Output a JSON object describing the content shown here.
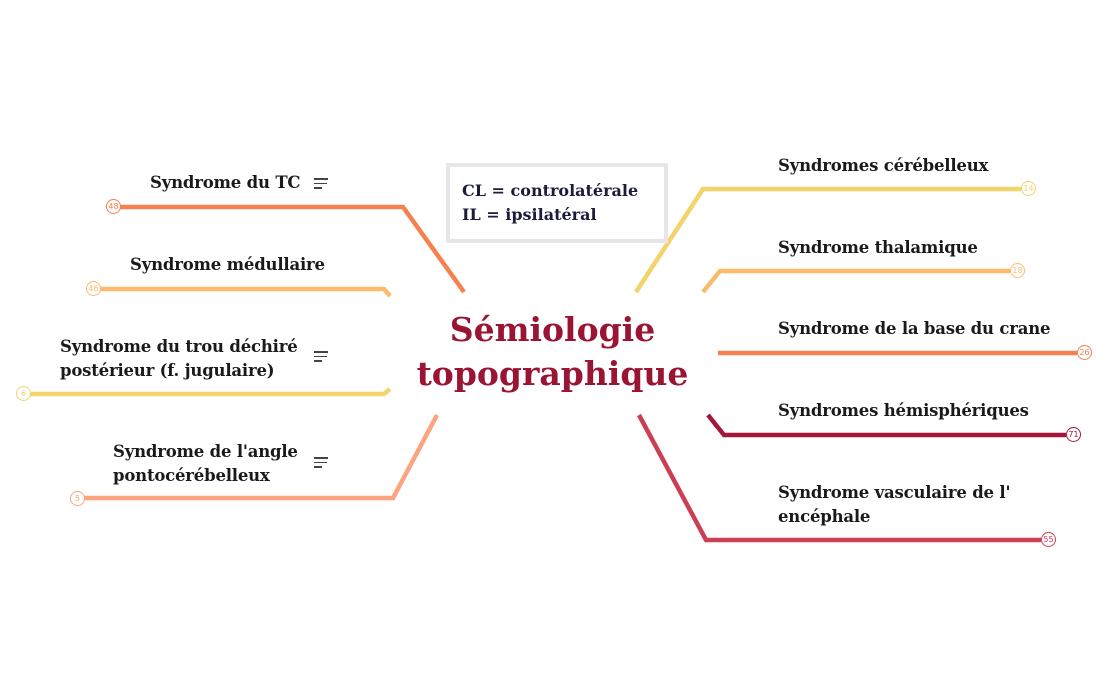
{
  "central_topic": {
    "line1": "Sémiologie",
    "line2": "topographique",
    "color": "#9a1433"
  },
  "legend": {
    "line1": "CL = controlatérale",
    "line2": "IL = ipsilatéral"
  },
  "left_branches": [
    {
      "label_lines": [
        "Syndrome du TC"
      ],
      "badge": "48",
      "color": "#f5814f",
      "has_notes": true
    },
    {
      "label_lines": [
        "Syndrome médullaire"
      ],
      "badge": "46",
      "color": "#fbbb6c",
      "has_notes": false
    },
    {
      "label_lines": [
        "Syndrome du trou déchiré",
        "postérieur (f. jugulaire)"
      ],
      "badge": "6",
      "color": "#f2d46a",
      "has_notes": true
    },
    {
      "label_lines": [
        "Syndrome de l'angle",
        "pontocérébelleux"
      ],
      "badge": "5",
      "color": "#fba47f",
      "has_notes": true
    }
  ],
  "right_branches": [
    {
      "label_lines": [
        "Syndromes cérébelleux"
      ],
      "badge": "14",
      "color": "#f2d46a"
    },
    {
      "label_lines": [
        "Syndrome thalamique"
      ],
      "badge": "18",
      "color": "#fbbb6c"
    },
    {
      "label_lines": [
        "Syndrome de la base du crane"
      ],
      "badge": "26",
      "color": "#f5814f"
    },
    {
      "label_lines": [
        "Syndromes hémisphériques"
      ],
      "badge": "71",
      "color": "#a3183a"
    },
    {
      "label_lines": [
        "Syndrome vasculaire de l'",
        "encéphale"
      ],
      "badge": "55",
      "color": "#cc3f52"
    }
  ]
}
